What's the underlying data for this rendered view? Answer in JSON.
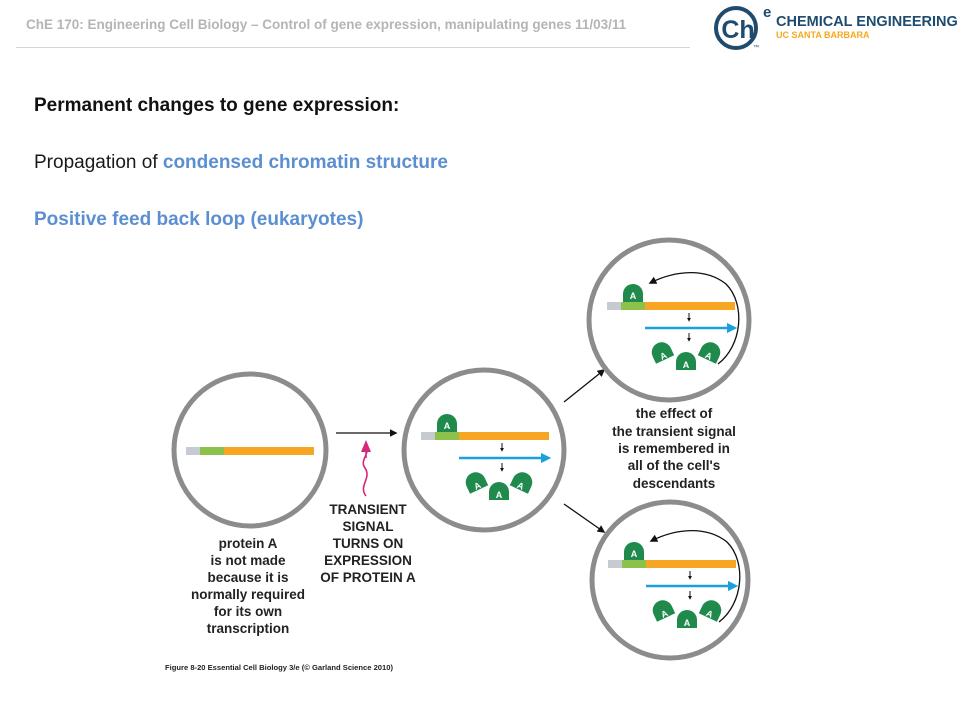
{
  "header": {
    "title": "ChE 170: Engineering Cell Biology – Control of gene expression, manipulating genes 11/03/11"
  },
  "logo": {
    "letters": "Ch",
    "superscript": "e",
    "tm": "™",
    "line1": "CHEMICAL ENGINEERING",
    "line2": "UC SANTA BARBARA",
    "colors": {
      "text": "#1e4b6e",
      "orange": "#f5a81e"
    }
  },
  "content": {
    "line1": "Permanent changes to gene expression:",
    "line2_prefix": "Propagation of ",
    "line2_highlight": "condensed chromatin structure",
    "line3": "Positive feed back loop (eukaryotes)"
  },
  "diagram": {
    "protein_letter": "A",
    "label_left": [
      "protein A",
      "is not made",
      "because it is",
      "normally required",
      "for its own",
      "transcription"
    ],
    "label_middle": [
      "TRANSIENT",
      "SIGNAL",
      "TURNS ON",
      "EXPRESSION",
      "OF PROTEIN A"
    ],
    "label_right": [
      "the effect of",
      "the transient signal",
      "is remembered in",
      "all of the cell's",
      "descendants"
    ],
    "caption": "Figure 8-20  Essential Cell Biology 3/e (© Garland Science 2010)",
    "colors": {
      "cell_border": "#8a8c8e",
      "dna_orange": "#f6a623",
      "dna_green": "#8cc14b",
      "dna_grey": "#c5cbd0",
      "protein": "#1f8a4c",
      "mrna": "#1aa0dc",
      "signal": "#d4287d"
    }
  }
}
